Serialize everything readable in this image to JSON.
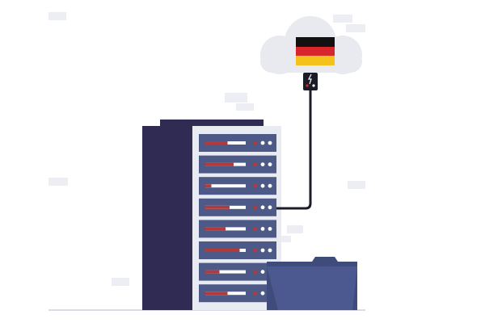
{
  "illustration": {
    "flag_icon": "germany-flag-icon",
    "colors": {
      "server_dark": "#2f2b52",
      "server_light": "#e9ebf3",
      "unit_fill": "#4d5a87",
      "unit_stripe": "#ffffff",
      "unit_red": "#b23a3a",
      "cloud": "#e8eaf0",
      "cable": "#1c1c28",
      "folder_back": "#3f4c7b",
      "folder_front": "#4b5990",
      "flag_black": "#111111",
      "flag_red": "#d7262c",
      "flag_gold": "#f4c21b",
      "floor": "#d9dbe6",
      "deco": "#eceef4"
    },
    "server_units": [
      {
        "red_fraction": 0.55
      },
      {
        "red_fraction": 0.7
      },
      {
        "red_fraction": 0.15
      },
      {
        "red_fraction": 0.6
      },
      {
        "red_fraction": 0.5
      },
      {
        "red_fraction": 0.85
      },
      {
        "red_fraction": 0.35
      },
      {
        "red_fraction": 0.55
      }
    ]
  }
}
